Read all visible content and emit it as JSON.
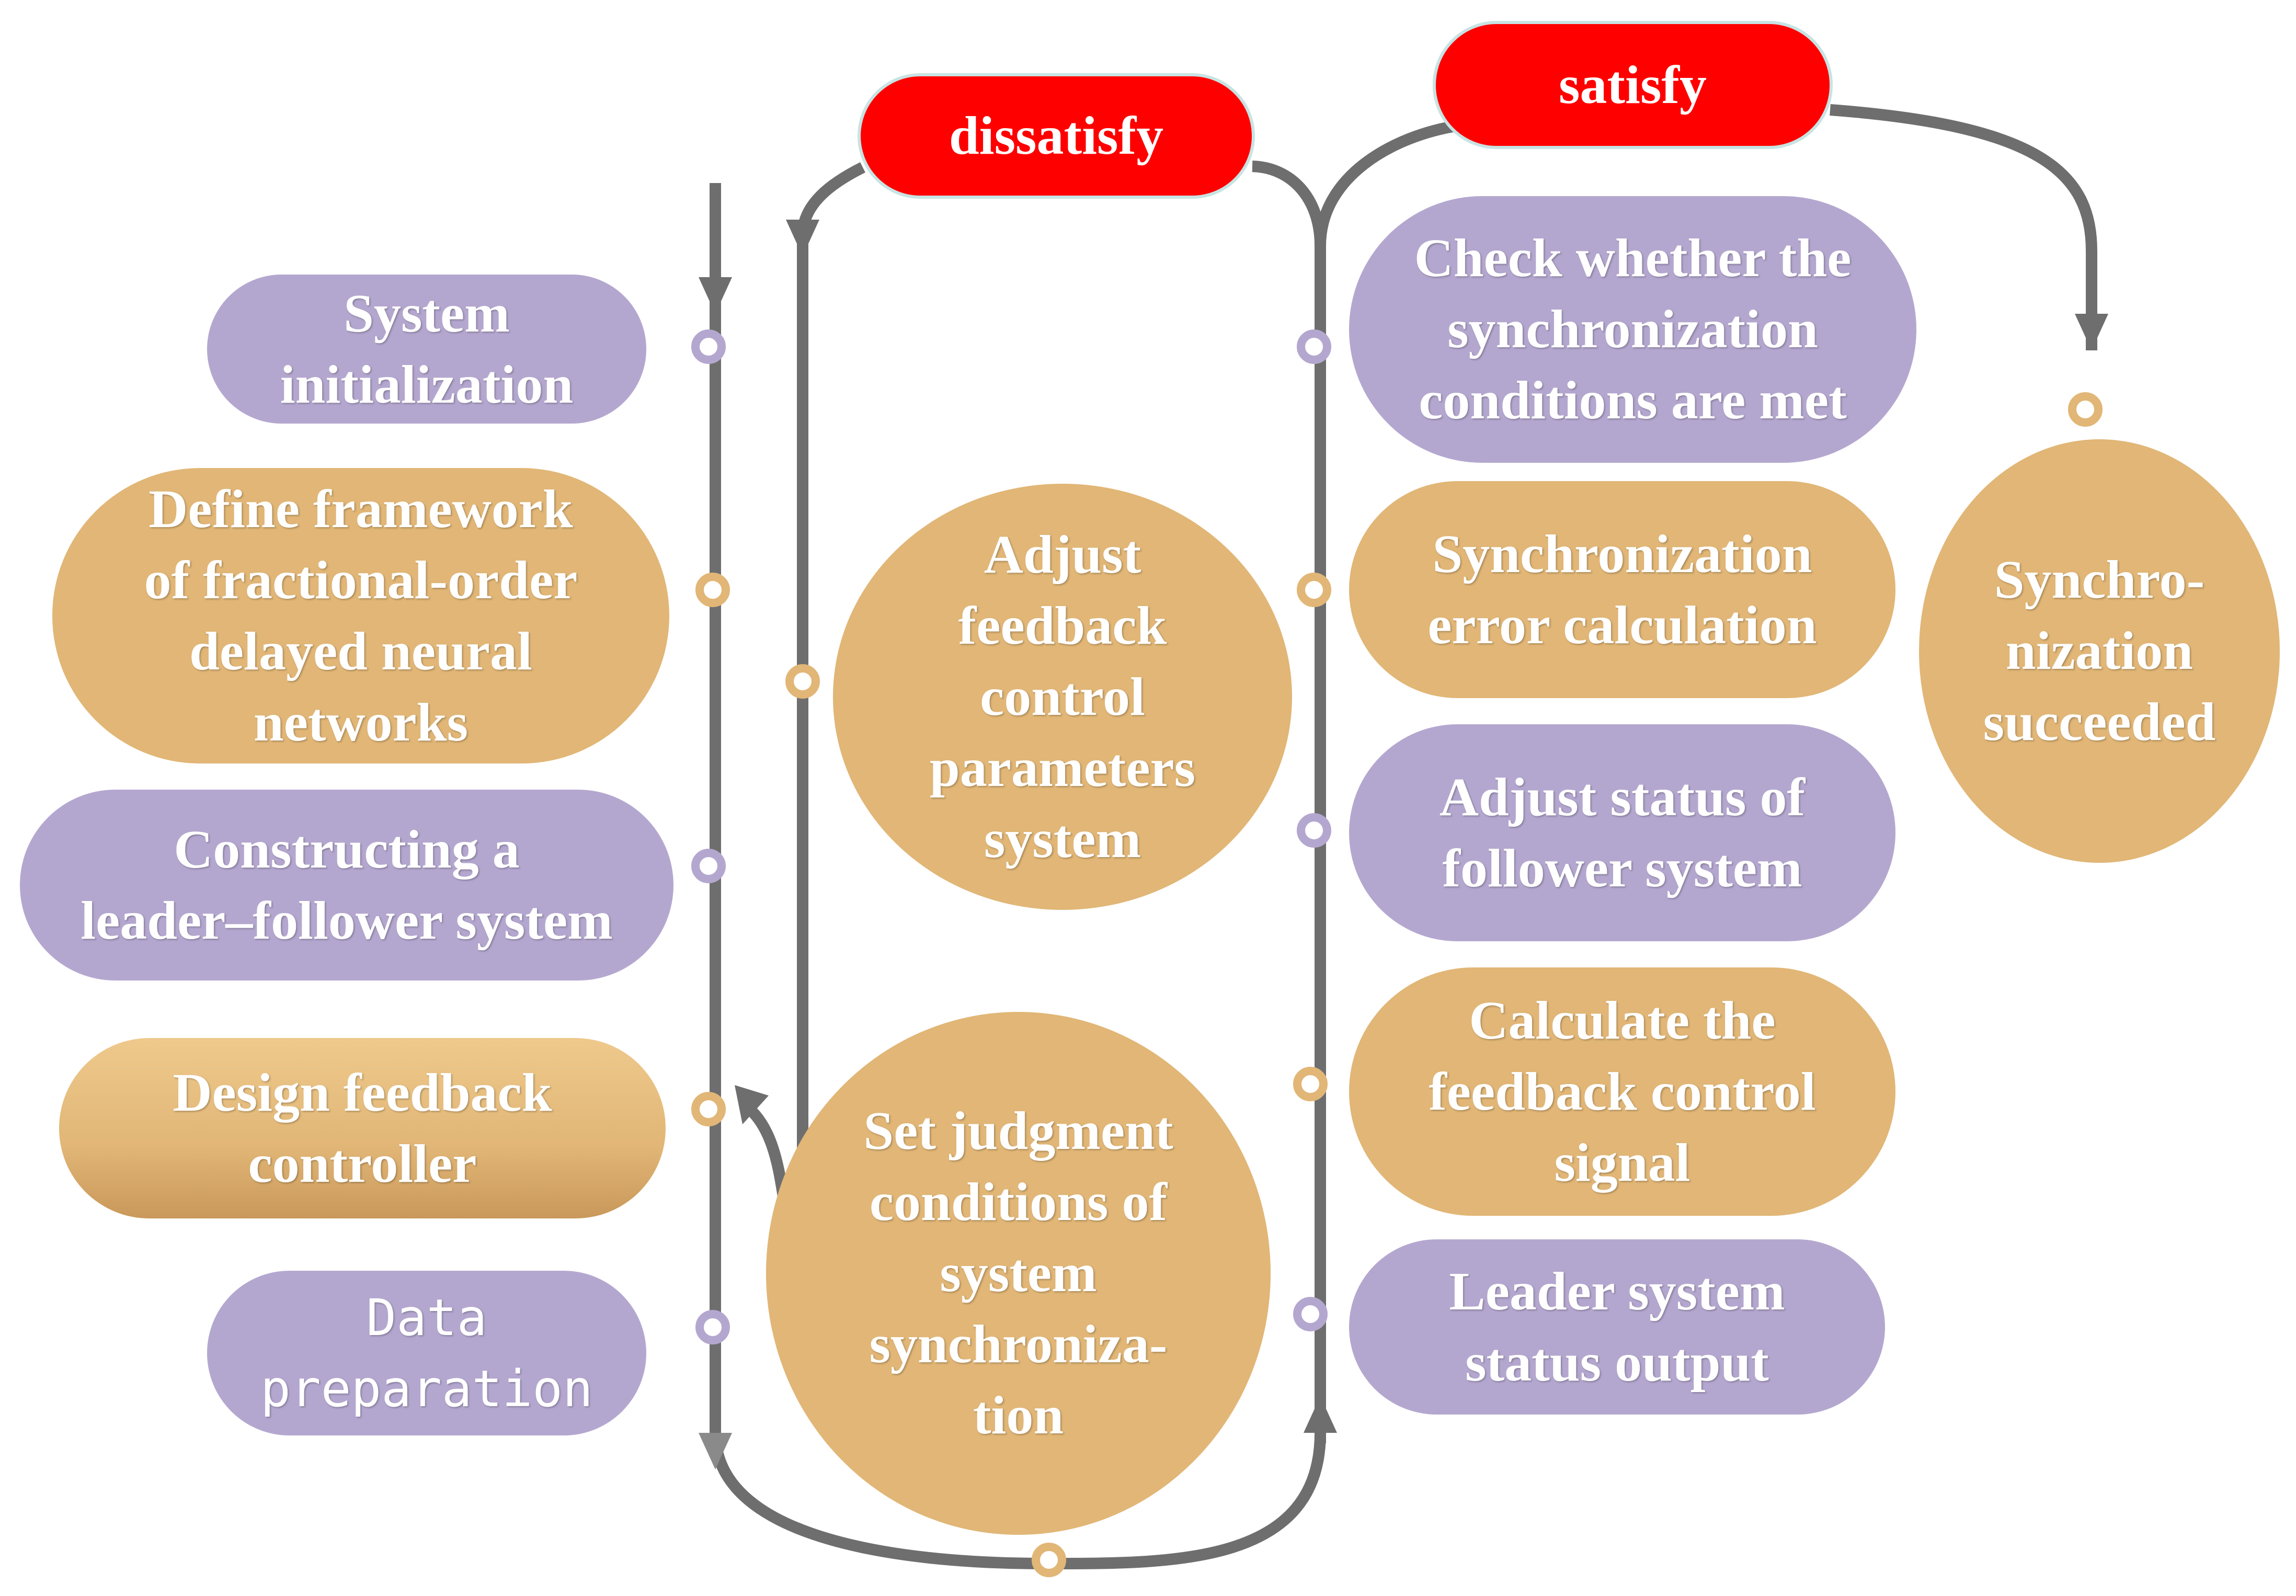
{
  "nodes": {
    "system_initialization": "System\ninitialization",
    "define_framework": "Define framework\nof fractional-order\ndelayed neural\nnetworks",
    "constructing_leader_follower": "Constructing a\nleader–follower system",
    "design_feedback_controller": "Design feedback\ncontroller",
    "data_preparation": "Data\npreparation",
    "adjust_feedback_parameters": "Adjust\nfeedback\ncontrol\nparameters\nsystem",
    "set_judgment_conditions": "Set judgment\nconditions of\nsystem\nsynchroniza-\ntion",
    "check_conditions": "Check whether the\nsynchronization\nconditions are met",
    "sync_error_calculation": "Synchronization\nerror calculation",
    "adjust_follower_status": "Adjust status of\nfollower system",
    "calculate_feedback_signal": "Calculate the\nfeedback control\nsignal",
    "leader_status_output": "Leader system\nstatus output",
    "sync_succeeded": "Synchro-\nnization\nsucceeded"
  },
  "decisions": {
    "dissatisfy": "dissatisfy",
    "satisfy": "satisfy"
  },
  "colors": {
    "purple": "#b4a7cf",
    "gold": "#e1b676",
    "red": "#ff0000",
    "arrow": "#6e6e6e"
  }
}
